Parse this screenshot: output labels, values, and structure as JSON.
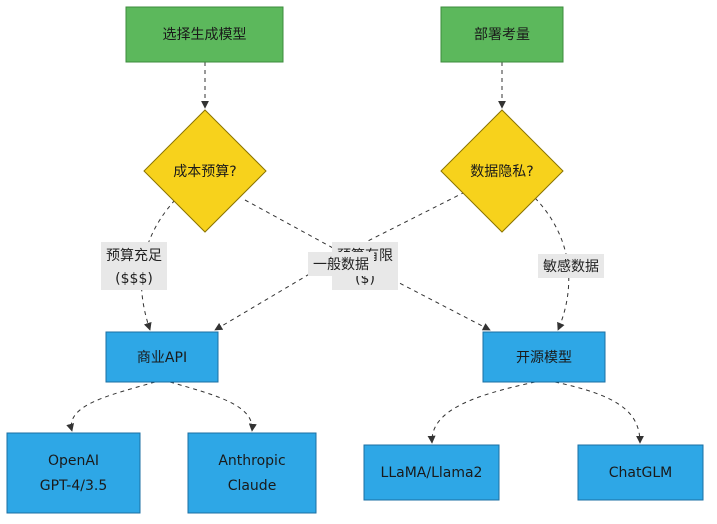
{
  "colors": {
    "green_fill": "#5cb85c",
    "green_stroke": "#3d8b3d",
    "yellow_fill": "#f7d21c",
    "yellow_stroke": "#8a7300",
    "blue_fill": "#2ea7e6",
    "blue_stroke": "#1b6fa3",
    "edge": "#333333",
    "label_bg": "#e8e8e8"
  },
  "nodes": {
    "choose_model": "选择生成模型",
    "deployment": "部署考量",
    "cost_budget": "成本预算?",
    "data_privacy": "数据隐私?",
    "commercial_api": "商业API",
    "open_source": "开源模型",
    "openai_line1": "OpenAI",
    "openai_line2": "GPT-4/3.5",
    "anthropic_line1": "Anthropic",
    "anthropic_line2": "Claude",
    "llama": "LLaMA/Llama2",
    "chatglm": "ChatGLM"
  },
  "edge_labels": {
    "budget_enough_line1": "预算充足",
    "budget_enough_line2": "($$$)",
    "budget_limited_line1": "预算有限",
    "budget_limited_line2": "($)",
    "general_data": "一般数据",
    "sensitive_data": "敏感数据"
  }
}
